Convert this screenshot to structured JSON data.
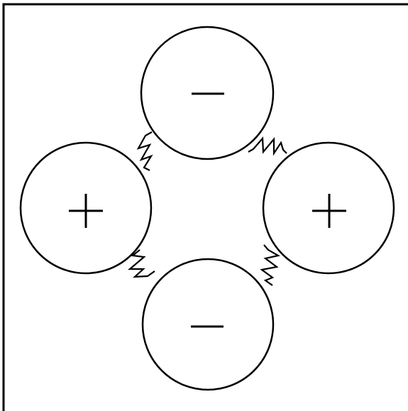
{
  "diagram": {
    "ions": [
      {
        "id": "top",
        "charge": "negative"
      },
      {
        "id": "left",
        "charge": "positive"
      },
      {
        "id": "right",
        "charge": "positive"
      },
      {
        "id": "bottom",
        "charge": "negative"
      }
    ],
    "springs": [
      {
        "from": "top",
        "to": "left"
      },
      {
        "from": "top",
        "to": "right"
      },
      {
        "from": "bottom",
        "to": "left"
      },
      {
        "from": "bottom",
        "to": "right"
      }
    ],
    "colors": {
      "stroke": "#000000",
      "background": "#ffffff"
    }
  }
}
